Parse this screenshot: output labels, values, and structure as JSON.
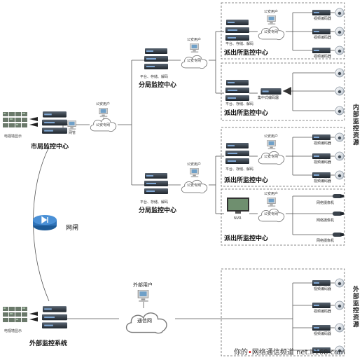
{
  "centers": {
    "city": "市局监控中心",
    "branch_top": "分局监控中心",
    "branch_bottom": "分局监控中心",
    "station_1": "派出所监控中心",
    "station_2": "派出所监控中心",
    "station_3": "派出所监控中心",
    "station_4": "派出所监控中心",
    "external": "外部监控系统"
  },
  "labels": {
    "tv_wall": "电视墙显示",
    "network_mgmt": "网管",
    "police_user": "公安用户",
    "police_net": "公安专网",
    "platform_storage_decode": "平台、存储、解码",
    "centralized_encoder": "集中式编码器",
    "video_encoder": "视频编码器",
    "nvr": "NVR",
    "ip_camera": "网络摄像机",
    "gatekeeper": "网闸",
    "external_user": "外部用户",
    "comm_net": "通信网"
  },
  "side_labels": {
    "internal": "内部监控资源",
    "external": "外部监控资源"
  },
  "watermark": {
    "prefix": "你的",
    "dot": "•",
    "site": "网络通信频道",
    "url": "net.it168.com"
  },
  "colors": {
    "line": "#555555",
    "device": "#2d3640",
    "device_accent": "#4a7bb0",
    "cloud": "#ffffff",
    "gatekeeper": "#2f73b8",
    "watermark_red": "#cc0000"
  }
}
